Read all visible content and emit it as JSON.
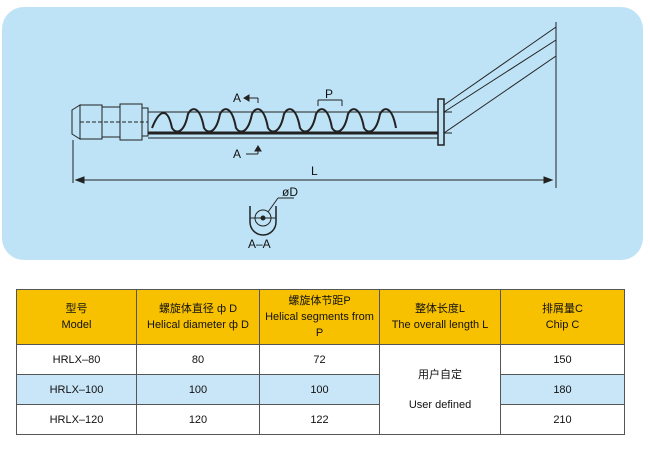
{
  "drawing": {
    "label_a_top": "A",
    "label_a_bottom": "A",
    "label_p": "P",
    "label_l": "L",
    "label_d": "øD",
    "label_section": "A–A"
  },
  "table": {
    "headers": [
      {
        "zh": "型号",
        "en": "Model"
      },
      {
        "zh": "螺旋体直径 ф D",
        "en": "Helical diameter ф D"
      },
      {
        "zh": "螺旋体节距P",
        "en": "Helical segments from P"
      },
      {
        "zh": "整体长度L",
        "en": "The overall length L"
      },
      {
        "zh": "排屑量C",
        "en": "Chip C"
      }
    ],
    "rows": [
      {
        "model": "HRLX–80",
        "diameter": "80",
        "pitch": "72",
        "chip": "150"
      },
      {
        "model": "HRLX–100",
        "diameter": "100",
        "pitch": "100",
        "chip": "180"
      },
      {
        "model": "HRLX–120",
        "diameter": "120",
        "pitch": "122",
        "chip": "210"
      }
    ],
    "length_note_zh": "用户自定",
    "length_note_en": "User defined"
  }
}
